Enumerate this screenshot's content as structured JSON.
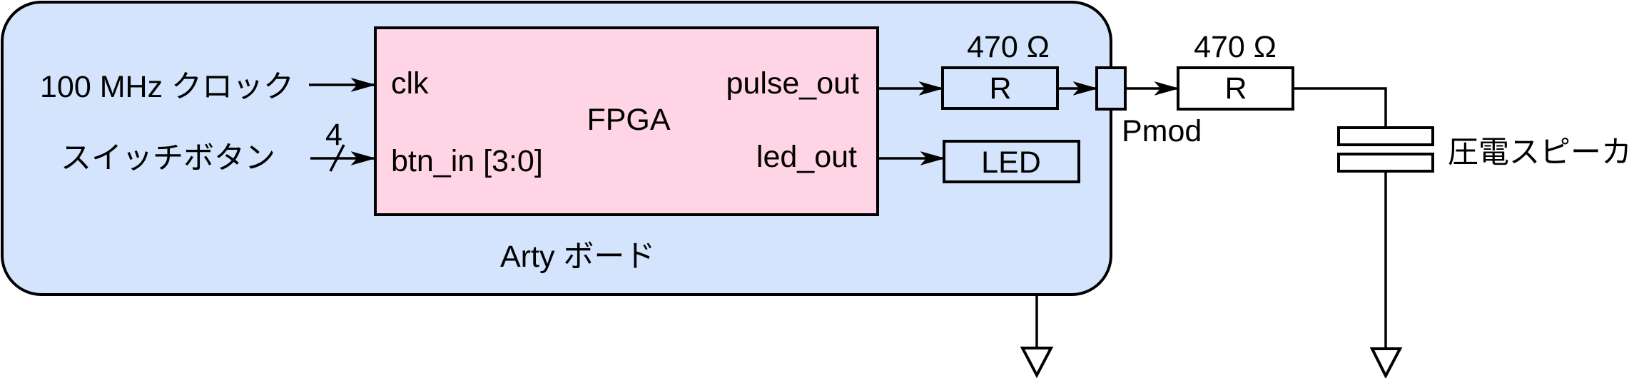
{
  "colors": {
    "board_fill": "#d4e4fc",
    "fpga_fill": "#ffd4e4",
    "connector_fill": "#d4e4fc",
    "plain_fill": "#ffffff",
    "stroke": "#000000"
  },
  "inputs": {
    "clock_label": "100 MHz クロック",
    "switch_label": "スイッチボタン",
    "bus_width": "4"
  },
  "board": {
    "label": "Arty ボード"
  },
  "fpga": {
    "label": "FPGA",
    "ports": {
      "clk": "clk",
      "btn_in": "btn_in [3:0]",
      "pulse_out": "pulse_out",
      "led_out": "led_out"
    }
  },
  "resistor1": {
    "symbol": "R",
    "value": "470 Ω"
  },
  "led": {
    "label": "LED"
  },
  "connector": {
    "label": "Pmod"
  },
  "resistor2": {
    "symbol": "R",
    "value": "470 Ω"
  },
  "speaker": {
    "label": "圧電スピーカ"
  }
}
